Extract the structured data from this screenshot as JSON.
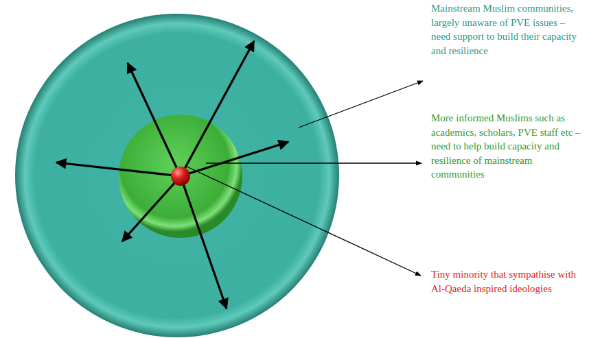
{
  "diagram": {
    "labels": [
      "Mainstream Muslim communities, largely unaware of PVE issues – need support to build their capacity and resilience",
      "More informed Muslims such as academics, scholars, PVE staff etc – need to help build capacity and resilience of mainstream communities",
      "Tiny minority that sympathise with Al-Qaeda inspired ideologies"
    ]
  }
}
